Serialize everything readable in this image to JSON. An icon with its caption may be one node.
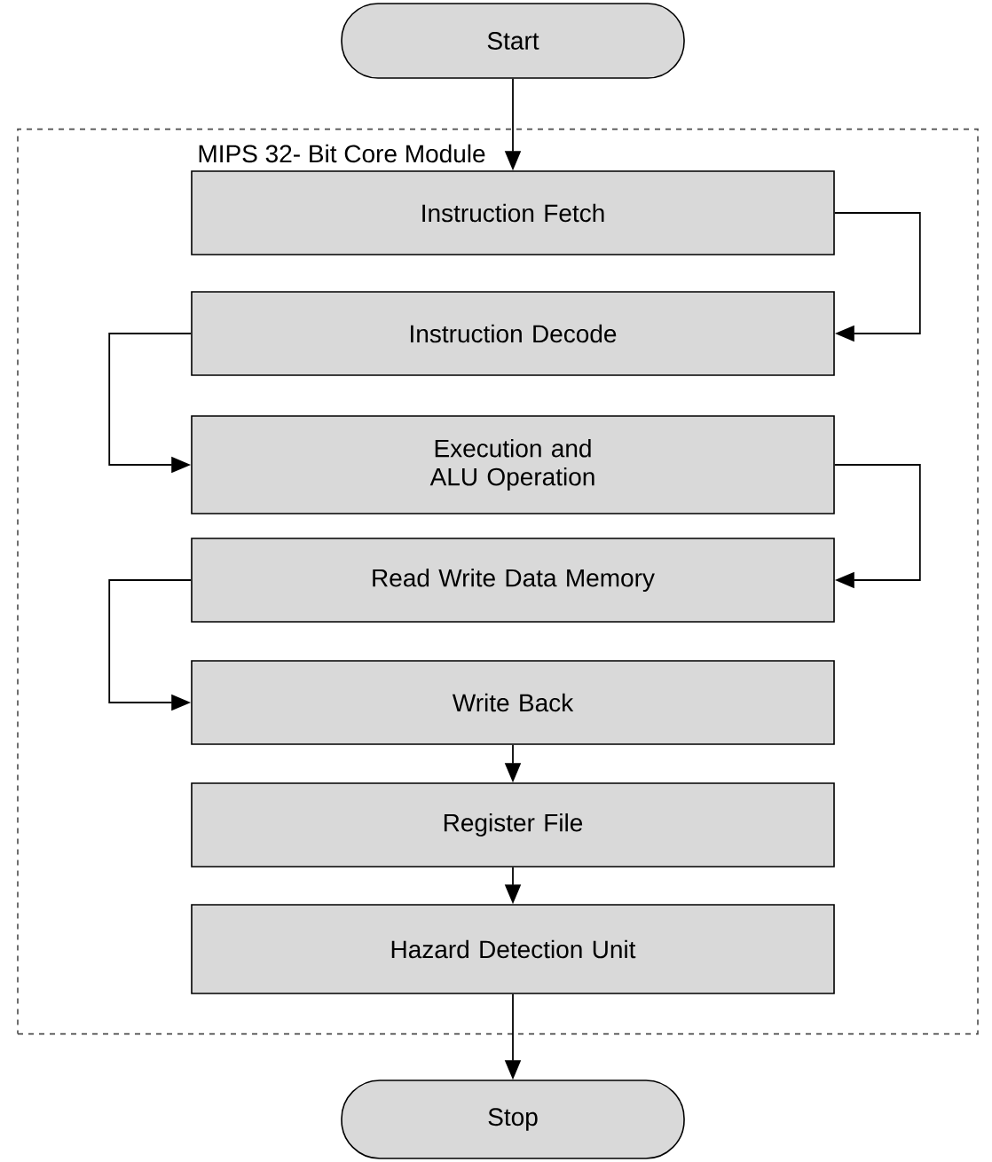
{
  "diagram": {
    "nodes": [
      {
        "text": [
          "Start"
        ]
      },
      {
        "text": [
          "MIPS 32- Bit Core Module"
        ]
      },
      {
        "text": [
          "Instruction Fetch"
        ],
        "in": 1
      },
      {
        "text": [
          "Instruction Decode"
        ],
        "in": 1
      },
      {
        "text": [
          "Execution and ALU Operation"
        ],
        "in": 1
      },
      {
        "text": [
          "Read Write Data Memory"
        ],
        "in": 1
      },
      {
        "text": [
          "Write Back"
        ],
        "in": 1
      },
      {
        "text": [
          "Register File"
        ],
        "in": 1
      },
      {
        "text": [
          "Hazard Detection Unit"
        ],
        "in": 1
      },
      {
        "text": [
          "Stop"
        ]
      }
    ],
    "edges": [
      {
        "from": 0,
        "to": 2,
        "arrow": "to"
      },
      {
        "from": 2,
        "to": 3,
        "arrow": "to"
      },
      {
        "from": 3,
        "to": 4,
        "arrow": "to"
      },
      {
        "from": 4,
        "to": 5,
        "arrow": "to"
      },
      {
        "from": 5,
        "to": 6,
        "arrow": "to"
      },
      {
        "from": 6,
        "to": 7,
        "arrow": "to"
      },
      {
        "from": 7,
        "to": 8,
        "arrow": "to"
      },
      {
        "from": 8,
        "to": 9,
        "arrow": "to"
      }
    ]
  }
}
